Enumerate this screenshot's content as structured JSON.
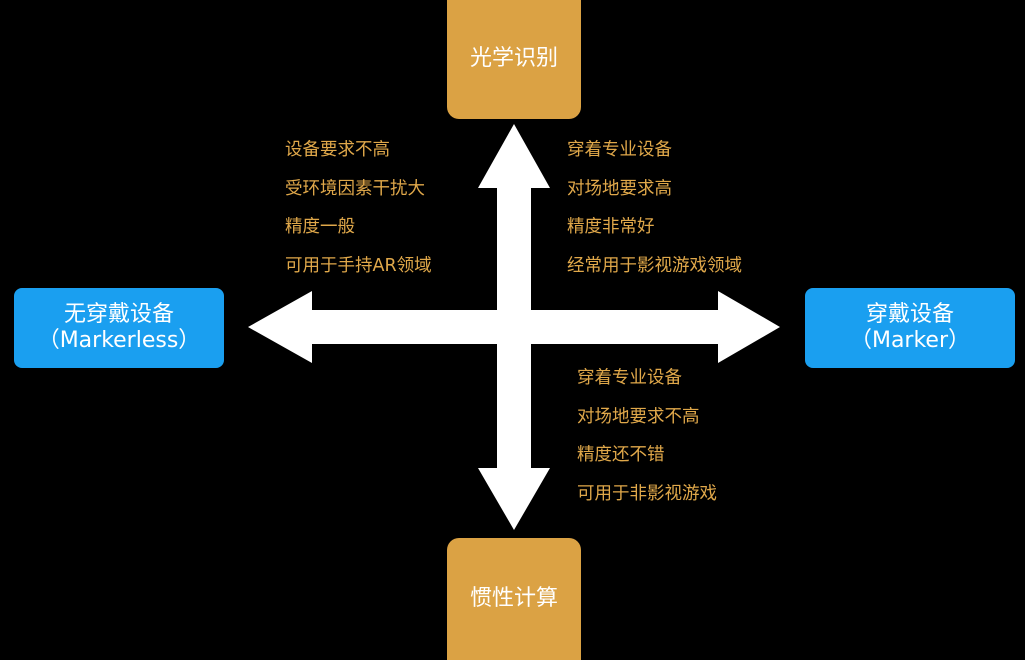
{
  "colors": {
    "background": "#000000",
    "arrow": "#ffffff",
    "orange_box": "#dba244",
    "blue_box": "#1a9ff0",
    "box_text": "#ffffff",
    "quadrant_text": "#e0a84a"
  },
  "nodes": {
    "top": {
      "label": "光学识别"
    },
    "bottom": {
      "label": "惯性计算"
    },
    "left": {
      "label": "无穿戴设备",
      "sub": "（Markerless）"
    },
    "right": {
      "label": "穿戴设备",
      "sub": "（Marker）"
    }
  },
  "quadrants": {
    "top_left": [
      "设备要求不高",
      "受环境因素干扰大",
      "精度一般",
      "可用于手持AR领域"
    ],
    "top_right": [
      "穿着专业设备",
      "对场地要求高",
      "精度非常好",
      "经常用于影视游戏领域"
    ],
    "bottom_right": [
      "穿着专业设备",
      "对场地要求不高",
      "精度还不错",
      "可用于非影视游戏"
    ]
  }
}
